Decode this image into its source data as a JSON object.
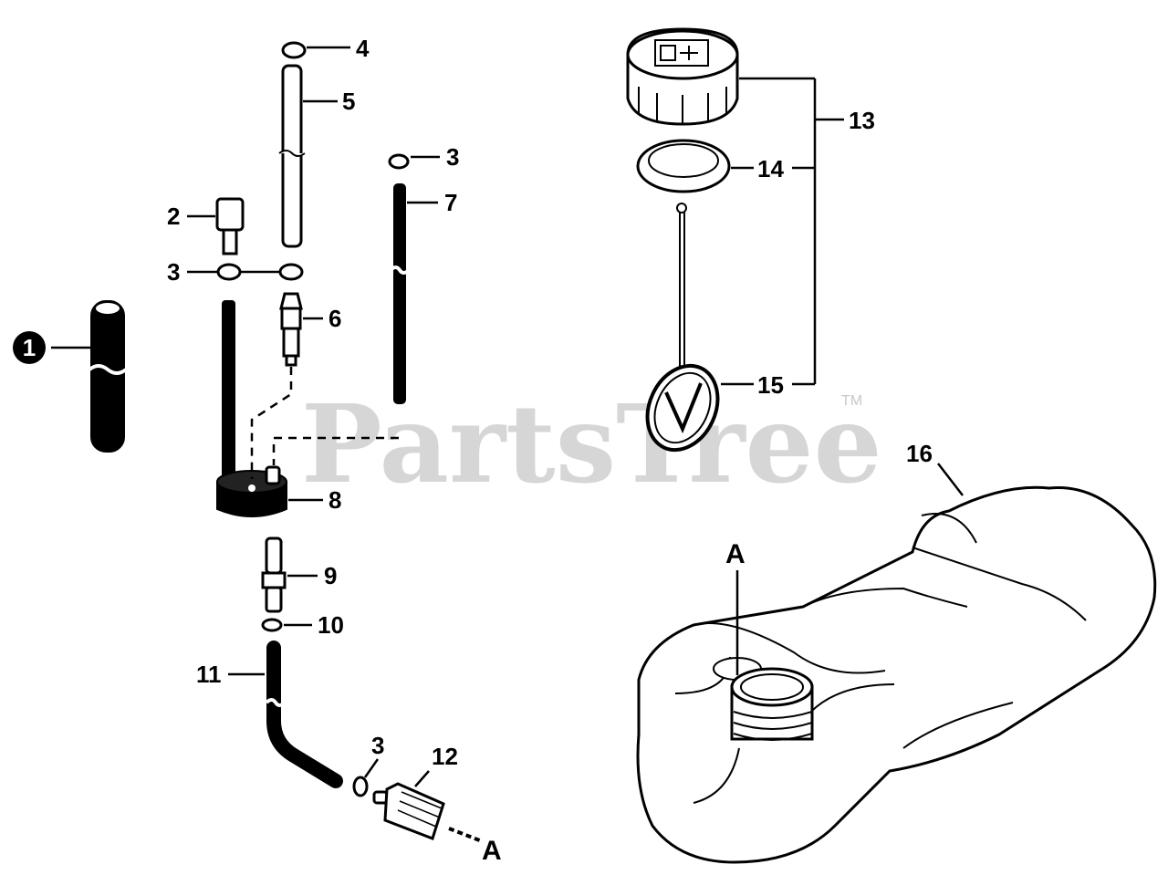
{
  "watermark": {
    "text": "PartsTree",
    "trademark": "TM"
  },
  "callouts": {
    "c1": "1",
    "c2": "2",
    "c3a": "3",
    "c3b": "3",
    "c3c": "3",
    "c4": "4",
    "c5": "5",
    "c6": "6",
    "c7": "7",
    "c8": "8",
    "c9": "9",
    "c10": "10",
    "c11": "11",
    "c12": "12",
    "c13": "13",
    "c14": "14",
    "c15": "15",
    "c16": "16",
    "refA1": "A",
    "refA2": "A"
  },
  "colors": {
    "ink": "#000000",
    "watermark": "#d6d6d6",
    "background": "#ffffff"
  }
}
